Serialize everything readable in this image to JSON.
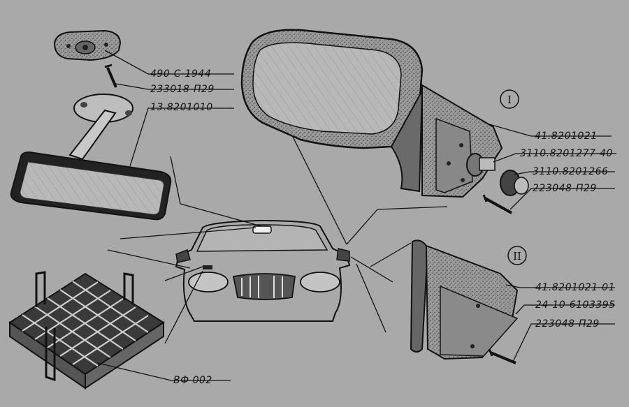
{
  "diagram": {
    "part_labels": {
      "lamp_base": "490-C-1944",
      "screw_top": "233018-П29",
      "interior_mirror": "13.8201010",
      "outer_mirror": "41.8201021",
      "adjust_mech": "3110.8201277-40",
      "cap": "3110.8201266",
      "screw_mid": "223048-П29",
      "mirror_bracket": "41.8201021-01",
      "bracket_part": "24-10-6103395",
      "screw_bottom": "223048-П29",
      "grille_filter": "ВФ 002"
    },
    "roman_marks": {
      "view_1": "I",
      "view_2": "II"
    },
    "colors": {
      "background": "#a9a9a9",
      "ink": "#111111",
      "glass": "#b8b8b8"
    }
  }
}
